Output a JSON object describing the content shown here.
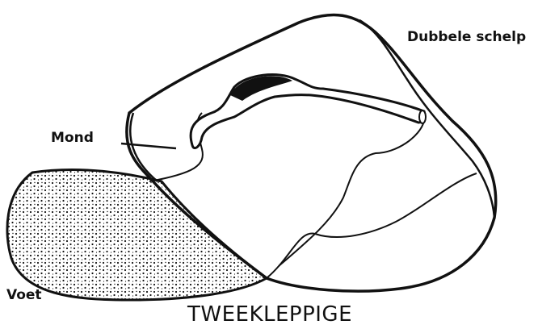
{
  "title": "TWEEKLEPPIGE",
  "labels": {
    "shell": "Dubbele schelp",
    "mouth": "Mond",
    "foot": "Voet"
  },
  "colors": {
    "ink": "#111111",
    "paper": "#ffffff"
  }
}
